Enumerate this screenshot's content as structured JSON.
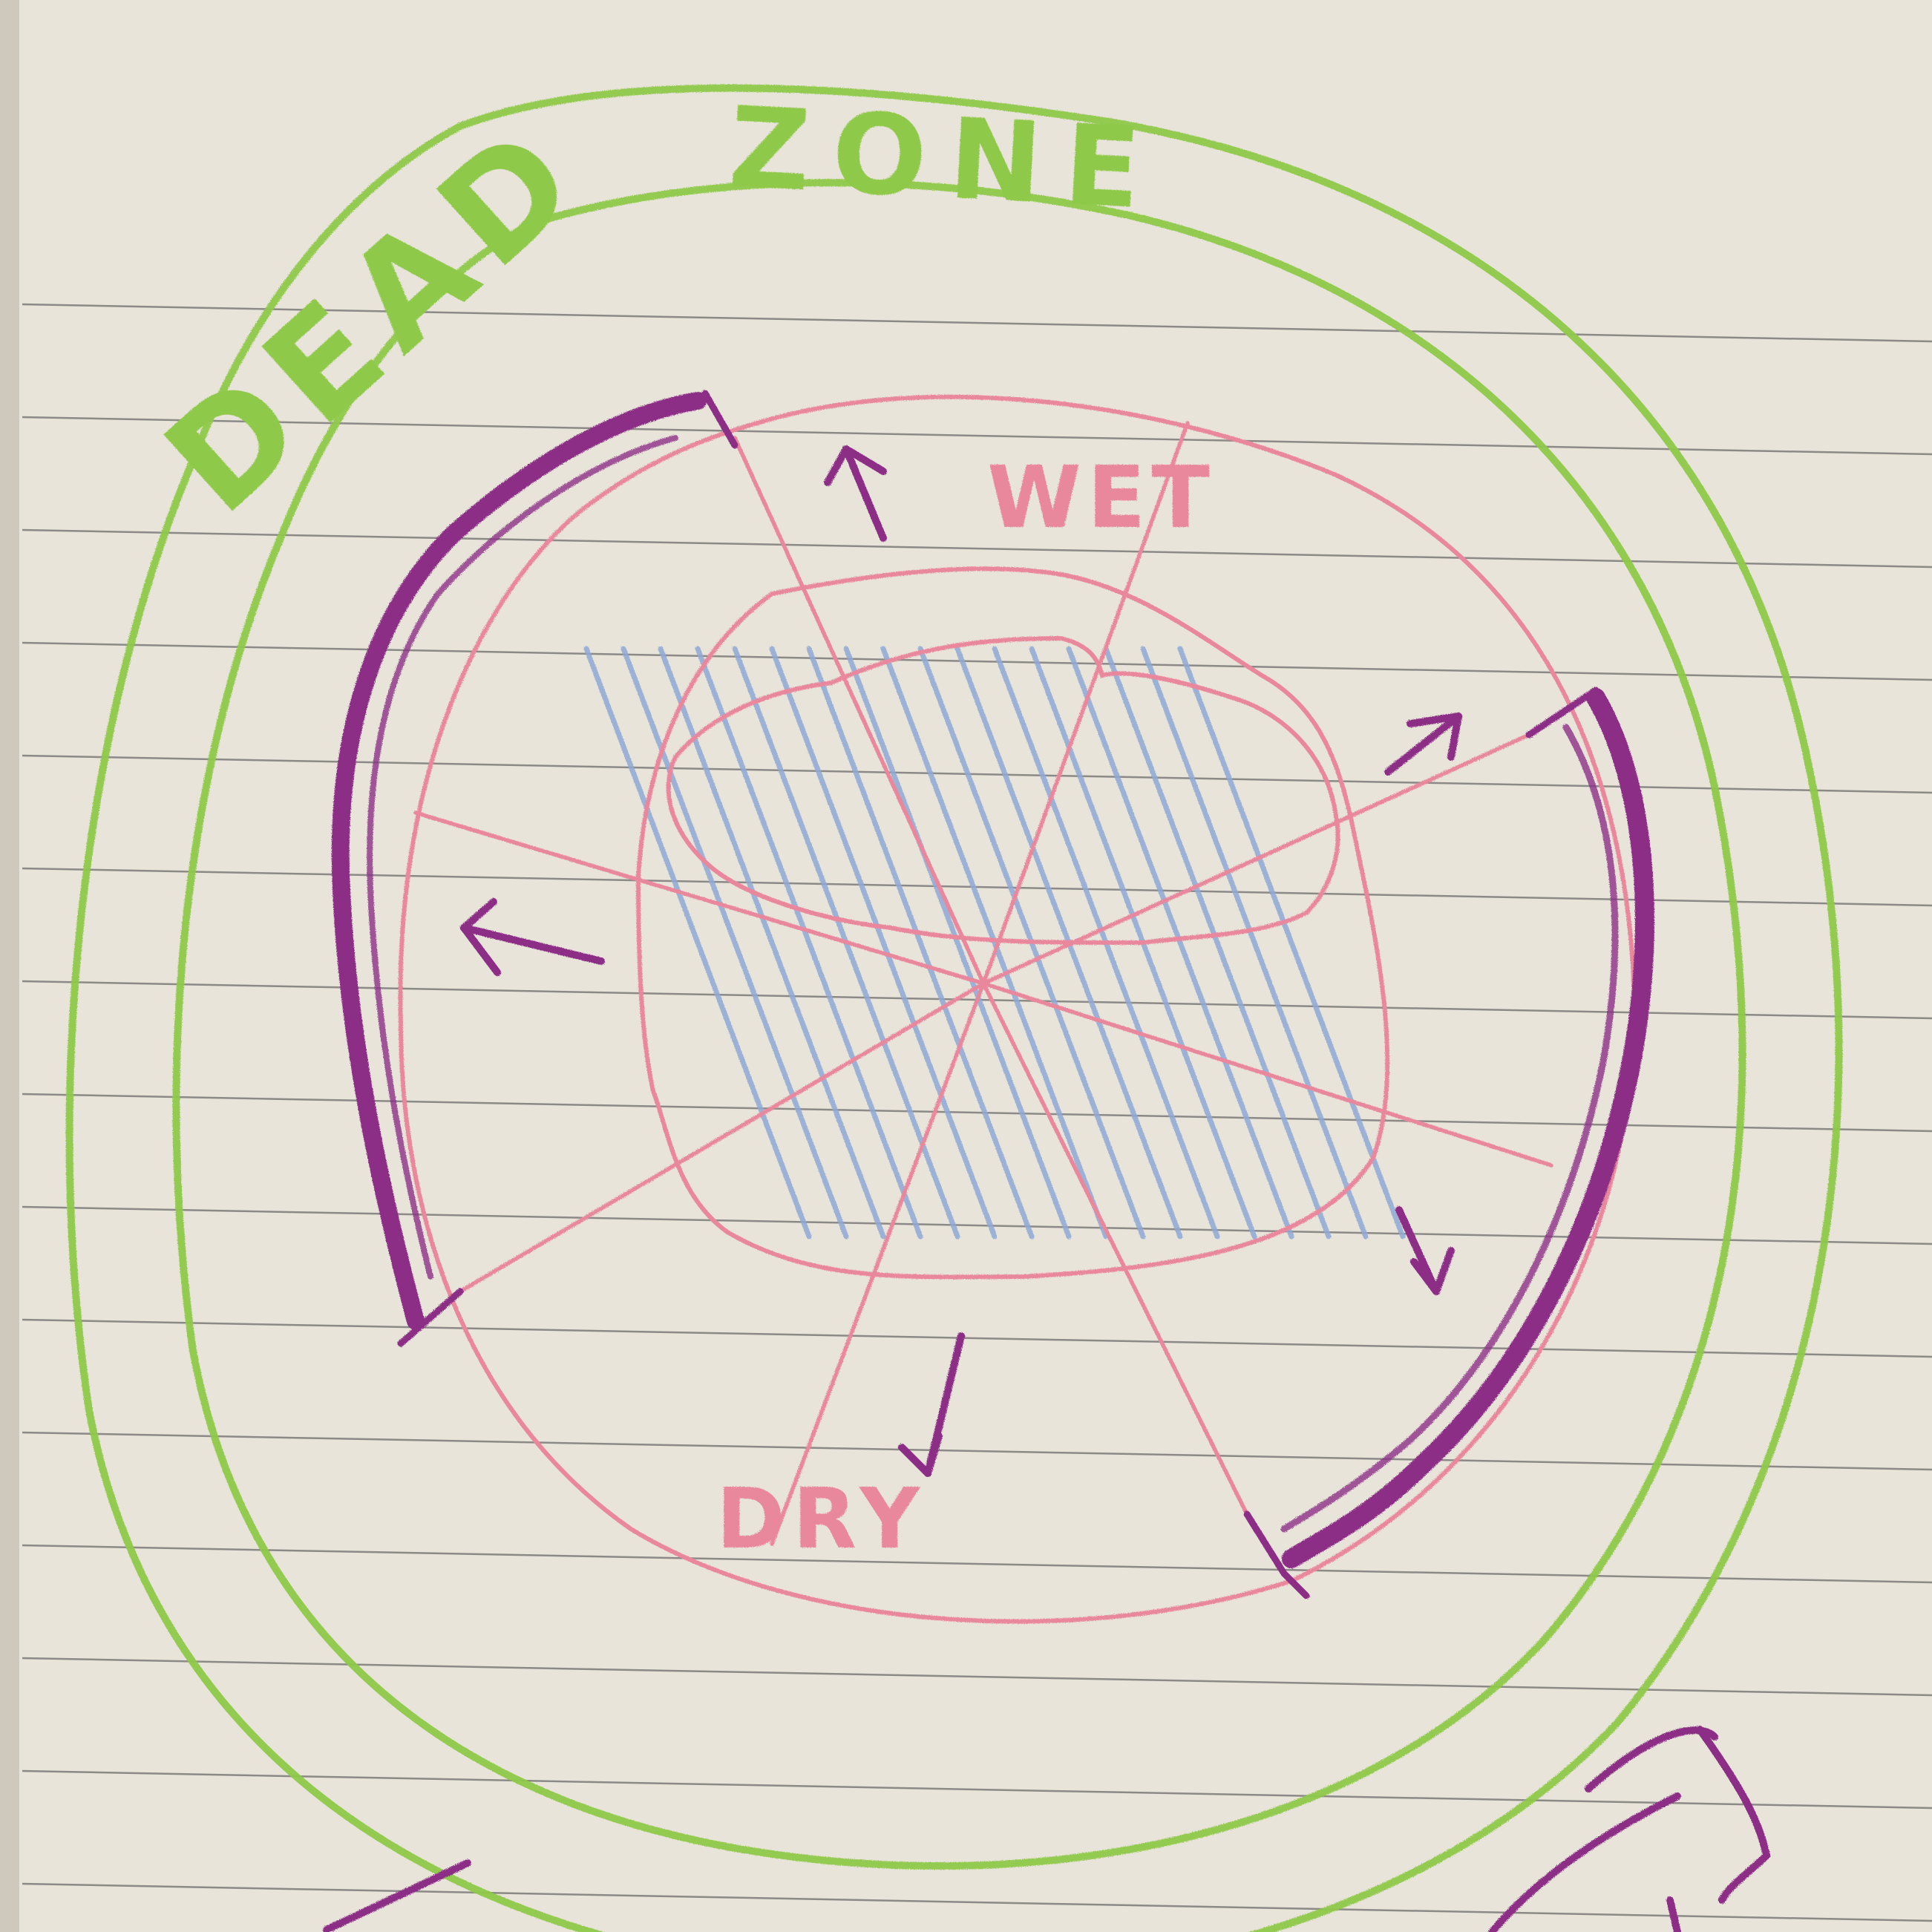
{
  "labels": {
    "dead": "DEAD",
    "zone": "ZONE",
    "wet": "WET",
    "dry": "DRY"
  },
  "colors": {
    "paper": "#e9e4da",
    "rule_line": "#6c6c6c",
    "green_crayon": "#8fc94a",
    "pink_crayon": "#e9879d",
    "purple_crayon": "#8c2f86",
    "blue_crayon": "#8fa9d6"
  }
}
